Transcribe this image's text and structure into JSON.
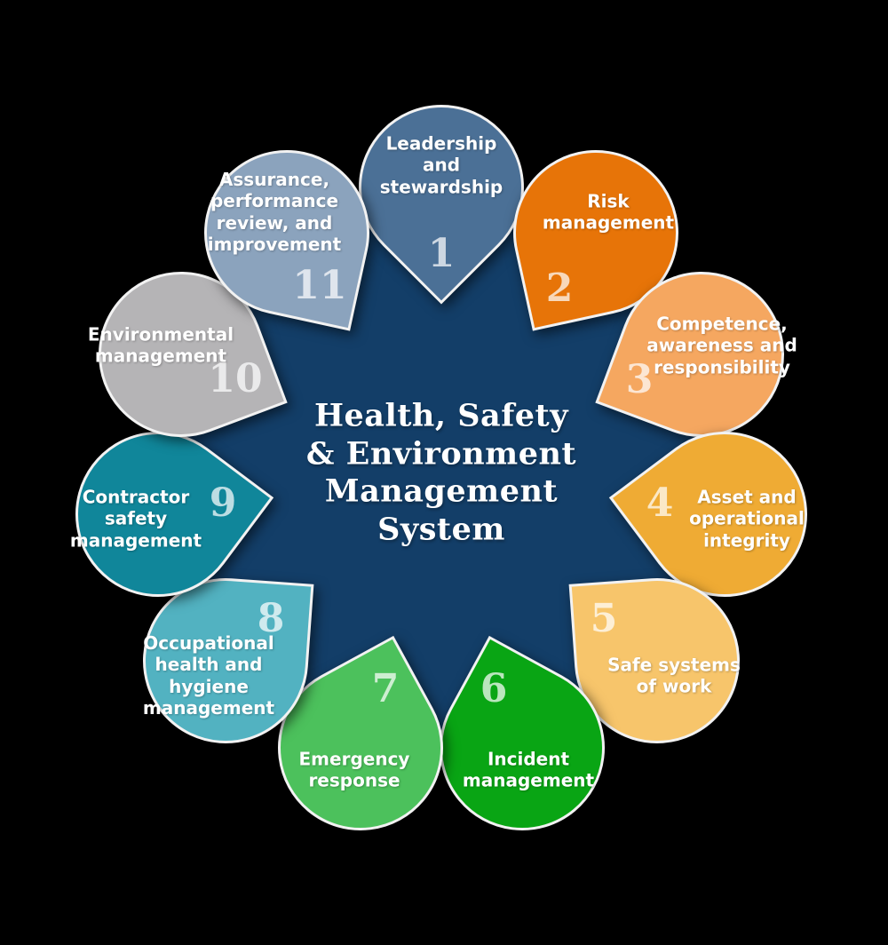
{
  "background_color": "#000000",
  "center": {
    "title_lines": [
      "Health, Safety",
      "& Environment",
      "Management",
      "System"
    ],
    "color": "#133e68",
    "text_color": "#ffffff"
  },
  "petals": [
    {
      "number": "1",
      "label": [
        "Leadership",
        "and",
        "stewardship"
      ],
      "color": "#4b7096"
    },
    {
      "number": "2",
      "label": [
        "Risk",
        "management"
      ],
      "color": "#e77408"
    },
    {
      "number": "3",
      "label": [
        "Competence,",
        "awareness and",
        "responsibility"
      ],
      "color": "#f5a760"
    },
    {
      "number": "4",
      "label": [
        "Asset and",
        "operational",
        "integrity"
      ],
      "color": "#efab34"
    },
    {
      "number": "5",
      "label": [
        "Safe systems",
        "of work"
      ],
      "color": "#f7c56b"
    },
    {
      "number": "6",
      "label": [
        "Incident",
        "management"
      ],
      "color": "#09a514"
    },
    {
      "number": "7",
      "label": [
        "Emergency",
        "response"
      ],
      "color": "#4cc15c"
    },
    {
      "number": "8",
      "label": [
        "Occupational",
        "health and",
        "hygiene",
        "management"
      ],
      "color": "#52b2c1"
    },
    {
      "number": "9",
      "label": [
        "Contractor",
        "safety",
        "management"
      ],
      "color": "#10869a"
    },
    {
      "number": "10",
      "label": [
        "Environmental",
        "management"
      ],
      "color": "#b5b4b6"
    },
    {
      "number": "11",
      "label": [
        "Assurance,",
        "performance",
        "review, and",
        "improvement"
      ],
      "color": "#8ba3bd"
    }
  ]
}
